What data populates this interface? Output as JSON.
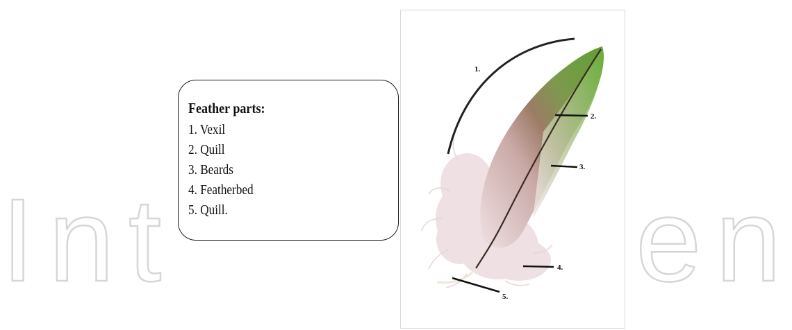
{
  "legend": {
    "title": "Feather parts:",
    "items": [
      "1. Vexil",
      "2. Quill",
      "3. Beards",
      "4. Featherbed",
      "5. Quill."
    ]
  },
  "figure": {
    "callouts": [
      "1.",
      "2.",
      "3.",
      "4.",
      "5."
    ]
  },
  "watermark": {
    "letters": [
      "I",
      "n",
      "t",
      "e",
      "n"
    ]
  },
  "colors": {
    "feather_green": "#6fae3c",
    "feather_brown": "#8a6a55",
    "down_pink": "#ecdde0",
    "watermark": "#d9d9d9"
  }
}
